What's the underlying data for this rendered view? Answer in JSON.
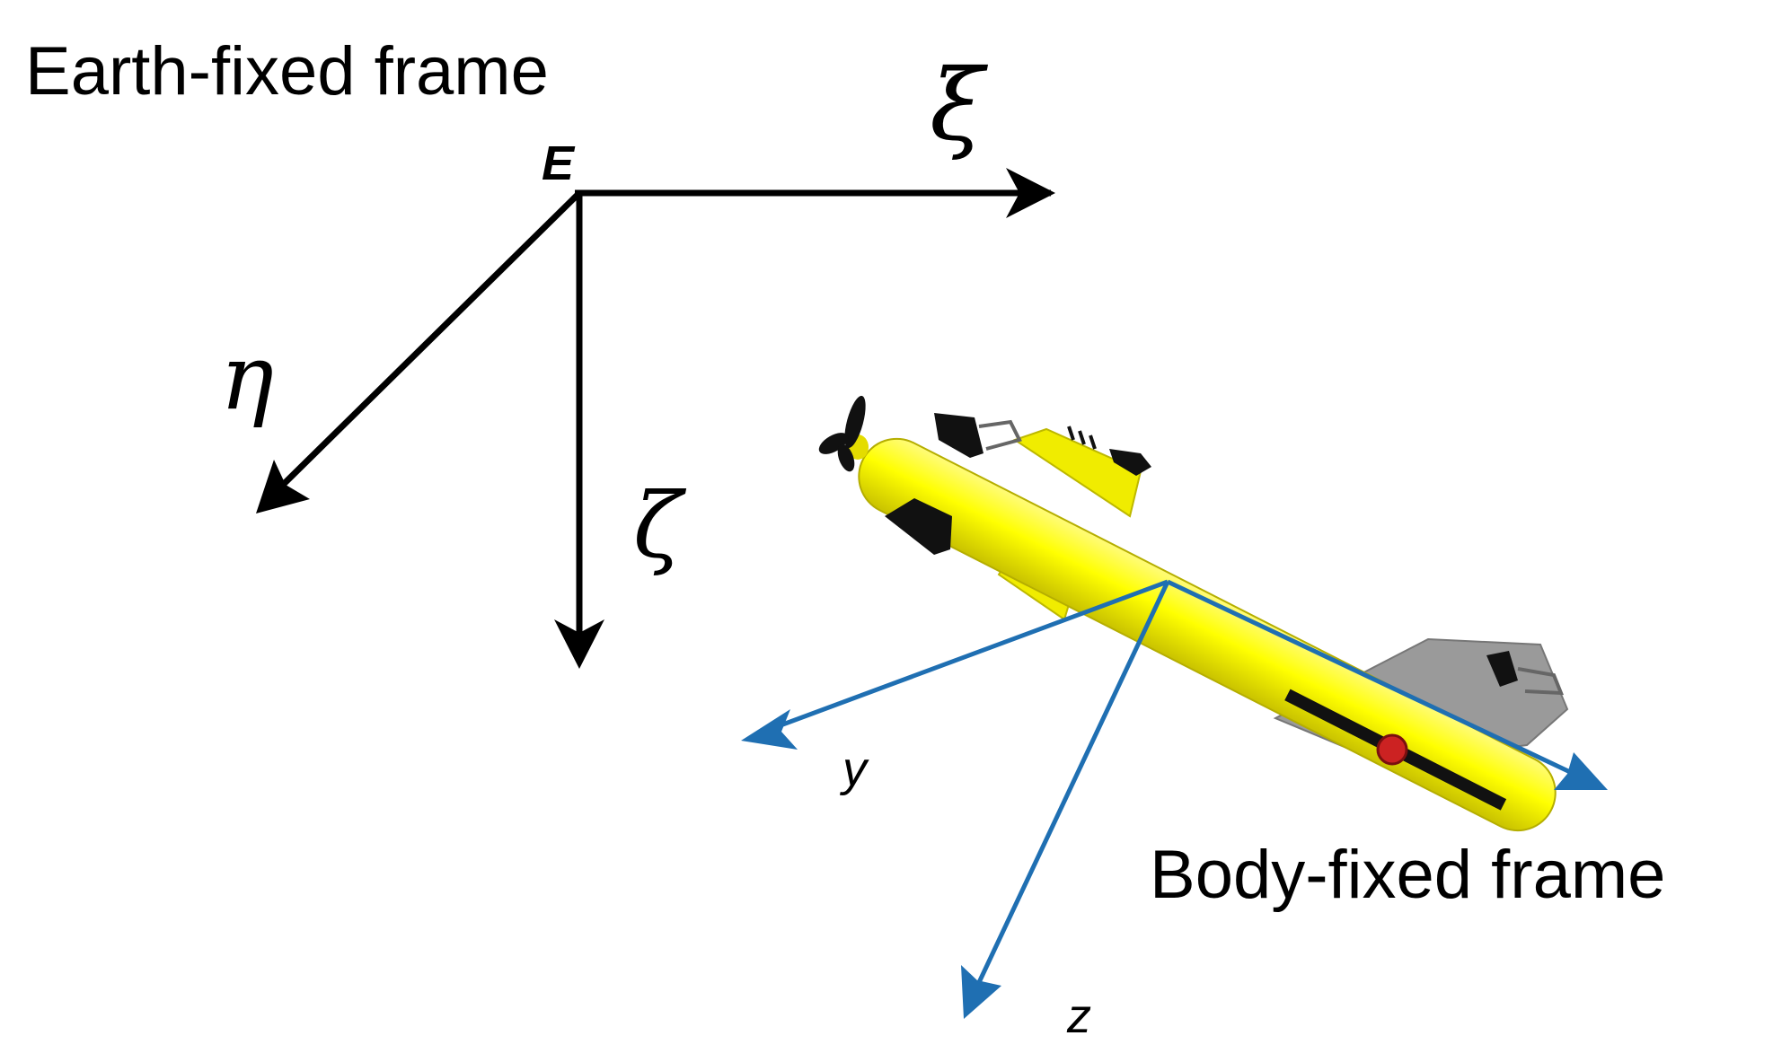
{
  "earth_frame": {
    "title": "Earth-fixed frame",
    "origin_label": "E",
    "axis_xi": "ξ",
    "axis_eta": "η",
    "axis_zeta": "ζ",
    "color": "#000000"
  },
  "body_frame": {
    "title": "Body-fixed frame",
    "axis_y": "y",
    "axis_z": "z",
    "color": "#1f6fb2"
  },
  "vehicle": {
    "hull_color": "#ffff00",
    "fin_color": "#111111",
    "thruster_color": "#cc2222",
    "skid_color": "#9a9a9a"
  }
}
